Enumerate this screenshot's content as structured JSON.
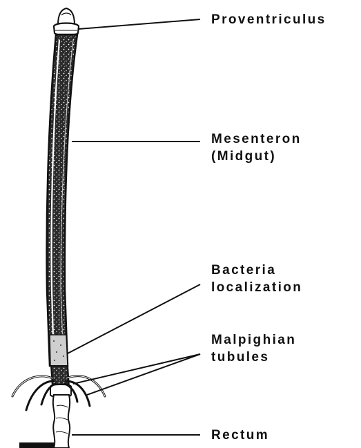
{
  "labels": {
    "proventriculus": "Proventriculus",
    "mesenteron": "Mesenteron",
    "midgut": "(Midgut)",
    "bacteria": "Bacteria",
    "localization": "localization",
    "malpighian": "Malpighian",
    "tubules": "tubules",
    "rectum": "Rectum"
  },
  "colors": {
    "ink": "#111111",
    "background": "#ffffff"
  }
}
